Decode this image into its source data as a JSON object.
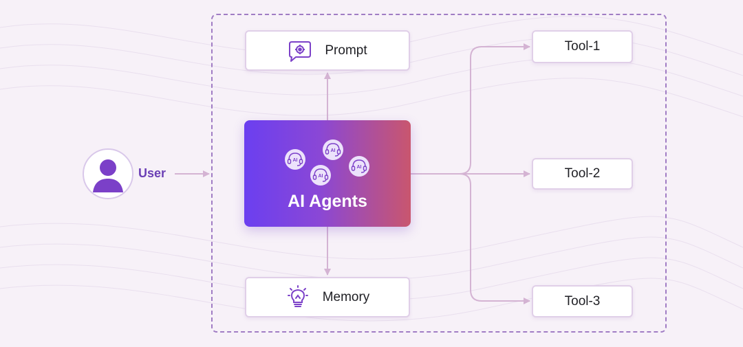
{
  "user": {
    "label": "User",
    "icon": "user-icon"
  },
  "agents": {
    "title": "AI Agents",
    "badge_text": "AI",
    "icon": "ai-headset-icon"
  },
  "prompt": {
    "label": "Prompt",
    "icon": "chat-gear-icon"
  },
  "memory": {
    "label": "Memory",
    "icon": "lightbulb-icon"
  },
  "tools": [
    {
      "label": "Tool-1"
    },
    {
      "label": "Tool-2"
    },
    {
      "label": "Tool-3"
    }
  ],
  "colors": {
    "accent": "#6b3fb5",
    "gradient_start": "#6b3ff0",
    "gradient_end": "#c9566e",
    "connector": "#d4b3d3",
    "boundary": "#a07cc4"
  }
}
